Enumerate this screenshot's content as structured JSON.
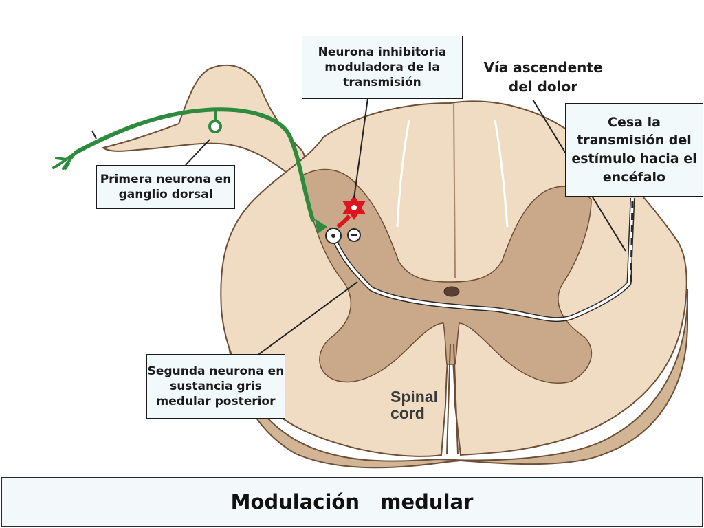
{
  "slide": {
    "title": "Modulación   medular",
    "figure_text": "Spinal cord"
  },
  "labels": {
    "inhibitory_neuron": "Neurona inhibitoria moduladora de la transmisión",
    "ascending_pathway": "Vía ascendente del dolor",
    "transmission_stops": "Cesa la transmisión del estímulo hacia el encéfalo",
    "first_neuron": "Primera neurona en ganglio dorsal",
    "second_neuron": "Segunda neurona en sustancia gris medular posterior"
  },
  "colors": {
    "white_matter": "#efdcc3",
    "gray_matter": "#c9a98a",
    "outline": "#6d4e36",
    "first_neuron": "#2e8b3e",
    "inhibitory_neuron": "#e0141e",
    "second_neuron": "#ffffff"
  },
  "icons": {
    "synapse_marker": "minus-sign-icon"
  }
}
